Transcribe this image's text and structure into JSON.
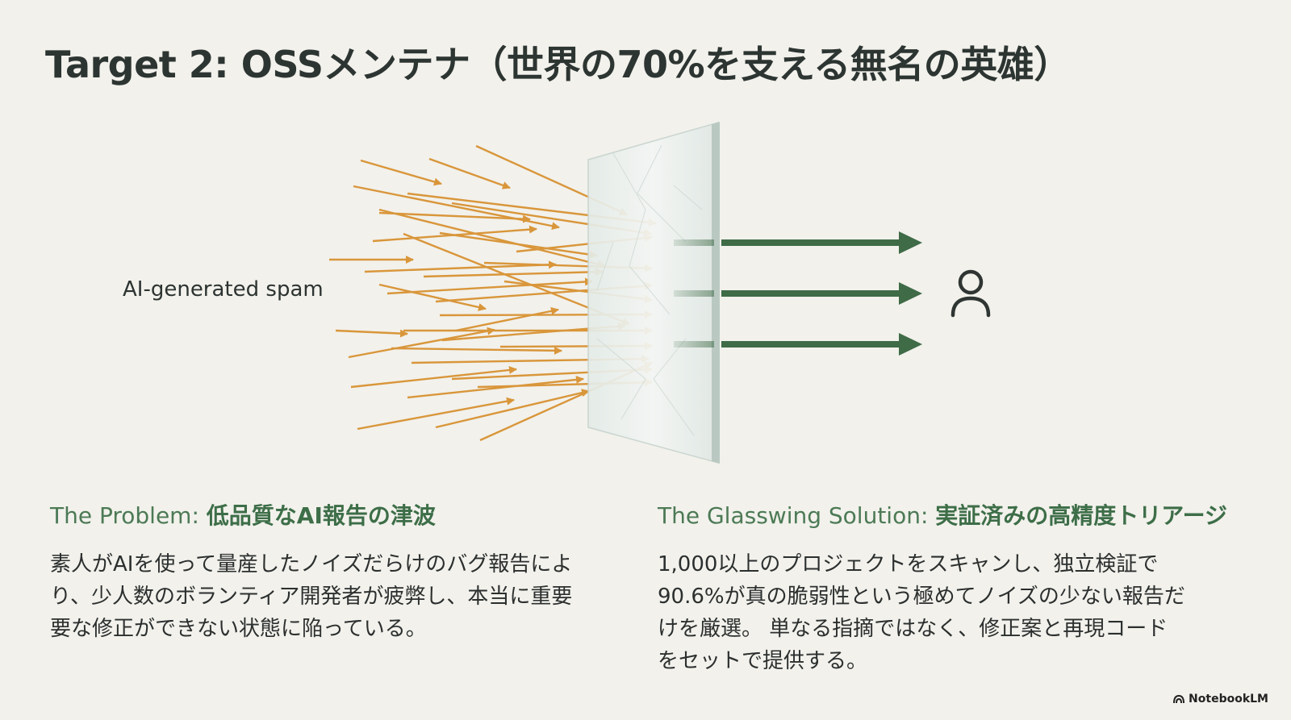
{
  "title": "Target 2: OSSメンテナ（世界の70%を支える無名の英雄）",
  "diagram": {
    "spam_label": "AI-generated spam"
  },
  "problem": {
    "heading_prefix": "The Problem: ",
    "heading_strong": "低品質なAI報告の津波",
    "body_lines": [
      "素人がAIを使って量産したノイズだらけのバグ報告によ",
      "り、少人数のボランティア開発者が疲弊し、本当に重要",
      "要な修正ができない状態に陥っている。"
    ]
  },
  "solution": {
    "heading_prefix": "The Glasswing Solution: ",
    "heading_strong": "実証済みの高精度トリアージ",
    "body_lines": [
      "1,000以上のプロジェクトをスキャンし、独立検証で",
      "90.6%が真の脆弱性という極めてノイズの少ない報告だ",
      "けを厳選。 単なる指摘ではなく、修正案と再現コード",
      "をセットで提供する。"
    ]
  },
  "footer": {
    "brand": "NotebookLM"
  },
  "colors": {
    "background": "#f2f1ec",
    "spam_arrow": "#d9963a",
    "passed_arrow": "#3f6b47",
    "heading_green": "#4c7a55"
  }
}
